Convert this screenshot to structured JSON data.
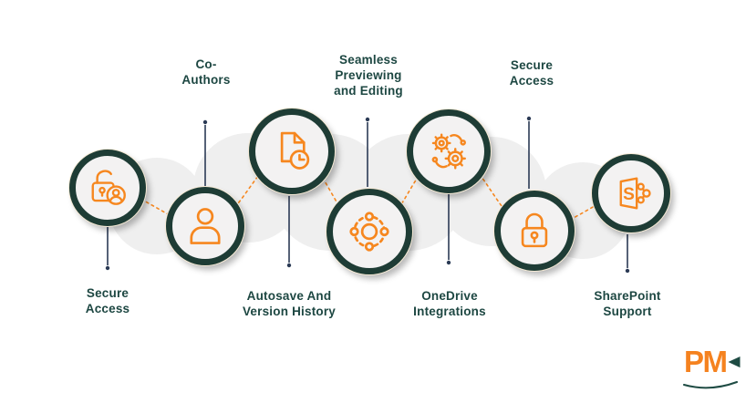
{
  "diagram": {
    "nodes": [
      {
        "id": "secure-access-1",
        "label": "Secure\nAccess",
        "label_position": "bottom",
        "icon": "unlocked-padlock-user-icon"
      },
      {
        "id": "co-authors",
        "label": "Co-\nAuthors",
        "label_position": "top",
        "icon": "user-icon"
      },
      {
        "id": "autosave-version-history",
        "label": "Autosave And\nVersion History",
        "label_position": "bottom",
        "icon": "document-clock-icon"
      },
      {
        "id": "seamless-previewing-editing",
        "label": "Seamless\nPreviewing\nand Editing",
        "label_position": "top",
        "icon": "hub-orbit-icon"
      },
      {
        "id": "onedrive-integrations",
        "label": "OneDrive\nIntegrations",
        "label_position": "bottom",
        "icon": "gears-sync-icon"
      },
      {
        "id": "secure-access-2",
        "label": "Secure\nAccess",
        "label_position": "top",
        "icon": "padlock-icon"
      },
      {
        "id": "sharepoint-support",
        "label": "SharePoint\nSupport",
        "label_position": "bottom",
        "icon": "sharepoint-icon"
      }
    ],
    "colors": {
      "accent_orange": "#f6871f",
      "ring_teal": "#1e3c35",
      "label_teal": "#1d4742",
      "connector_navy": "#2b3a55",
      "wave_gray": "#efefef",
      "circle_fill": "#f3f2f2"
    },
    "logo": {
      "text": "PM",
      "text_color": "#f5821f",
      "mark_color": "#1e4b43"
    }
  }
}
